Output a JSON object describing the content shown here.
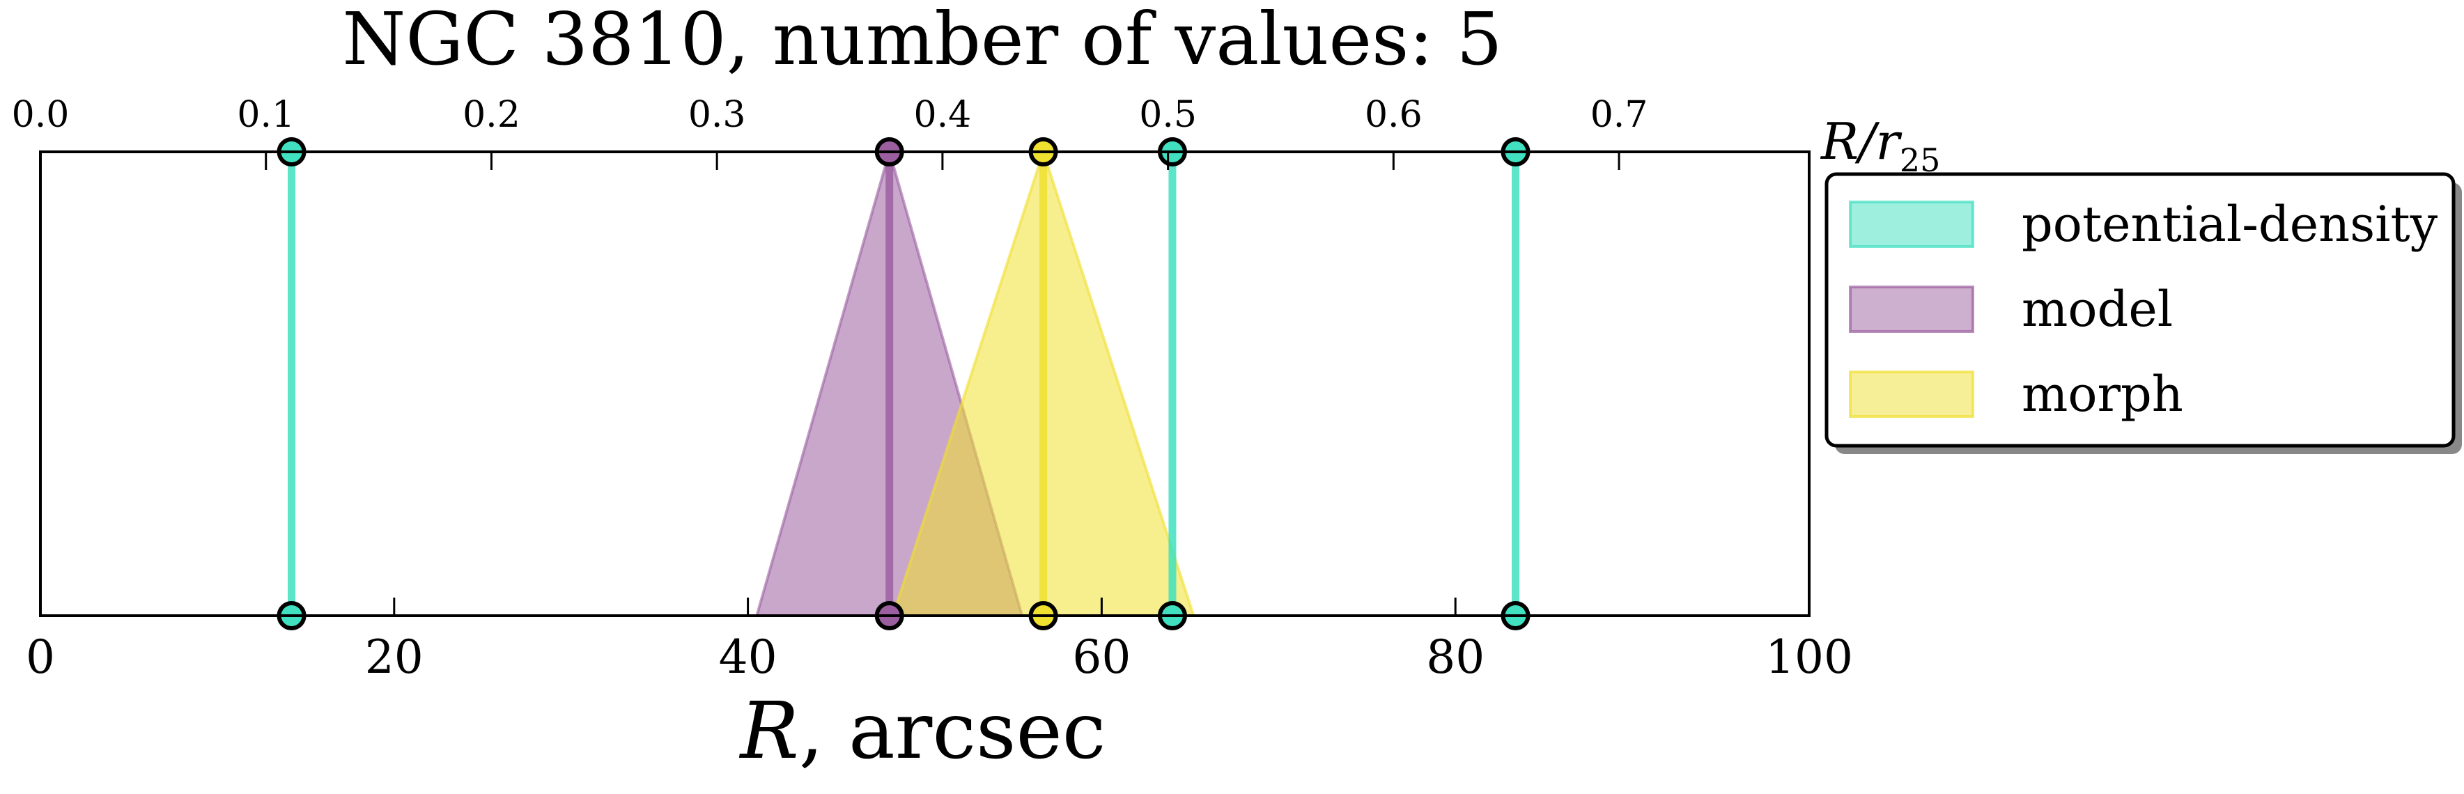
{
  "chart_data": {
    "type": "area",
    "title": "NGC 3810, number of values: 5",
    "xlabel_main": "R",
    "xlabel_rest": ", arcsec",
    "x2label_main": "R/r",
    "x2label_sub": "25",
    "xlim": [
      0,
      100
    ],
    "xticks": [
      0,
      20,
      40,
      60,
      80,
      100
    ],
    "xticklabels": [
      "0",
      "20",
      "40",
      "60",
      "80",
      "100"
    ],
    "x2ticks": [
      0.0,
      0.1,
      0.2,
      0.3,
      0.4,
      0.5,
      0.6,
      0.7
    ],
    "x2ticklabels": [
      "0.0",
      "0.1",
      "0.2",
      "0.3",
      "0.4",
      "0.5",
      "0.6",
      "0.7"
    ],
    "r25_arcsec": 127.5,
    "grid": false,
    "legend_position": "outside-right-top",
    "series": [
      {
        "name": "potential-density",
        "color": "#40e0c0",
        "points": [
          {
            "value": 14.2,
            "lower": 14.2,
            "upper": 14.2
          },
          {
            "value": 64.0,
            "lower": 64.0,
            "upper": 64.0
          },
          {
            "value": 83.4,
            "lower": 83.4,
            "upper": 83.4
          }
        ]
      },
      {
        "name": "model",
        "color": "#9b5fa0",
        "points": [
          {
            "value": 48.0,
            "lower": 40.5,
            "upper": 55.5
          }
        ]
      },
      {
        "name": "morph",
        "color": "#f0e030",
        "points": [
          {
            "value": 56.7,
            "lower": 48.2,
            "upper": 65.2
          }
        ]
      }
    ]
  }
}
